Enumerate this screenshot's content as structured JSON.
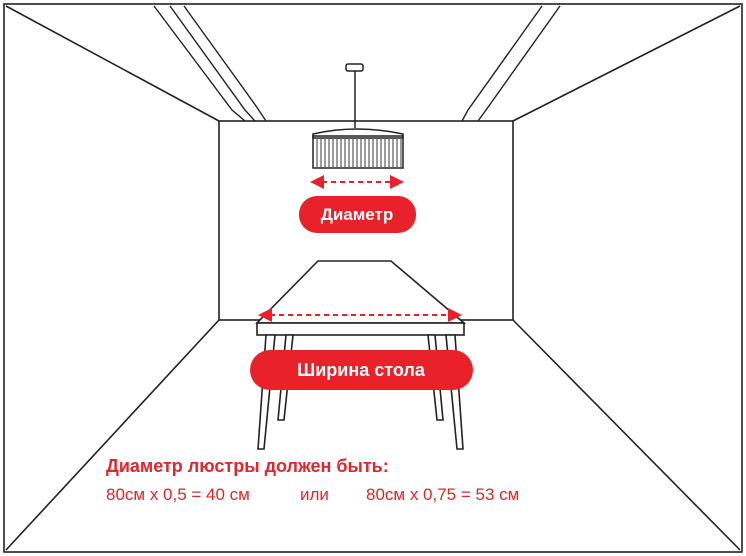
{
  "colors": {
    "accent": "#e8212a",
    "line": "#222222",
    "background": "#ffffff"
  },
  "labels": {
    "diameter": "Диаметр",
    "table_width": "Ширина стола"
  },
  "formula": {
    "title": "Диаметр люстры должен быть:",
    "option_1": "80см х 0,5 = 40 см",
    "separator": "или",
    "option_2": "80см х 0,75 = 53 см"
  }
}
